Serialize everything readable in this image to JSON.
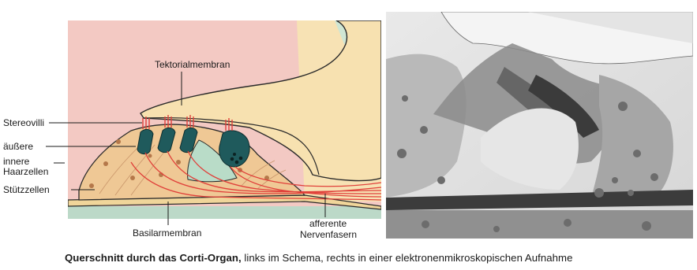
{
  "labels": {
    "tektorialmembran": "Tektorialmembran",
    "stereovilli": "Stereovilli",
    "aeussere": "äußere",
    "innere": "innere",
    "haarzellen": "Haarzellen",
    "stuetzzellen": "Stützzellen",
    "basilarmembran": "Basilarmembran",
    "afferente": "afferente",
    "nervenfasern": "Nervenfasern"
  },
  "caption": {
    "bold": "Querschnitt durch das Corti-Organ,",
    "rest": " links im Schema, rechts in einer elektronenmikroskopischen Aufnahme"
  },
  "colors": {
    "pink_background": "#f3c7c2",
    "membrane_cream": "#f7e4b8",
    "support_tissue": "#f0c99a",
    "hair_cell": "#1f5a5c",
    "nerve_red": "#e0403a",
    "basilar_green": "#b7d8c6"
  }
}
